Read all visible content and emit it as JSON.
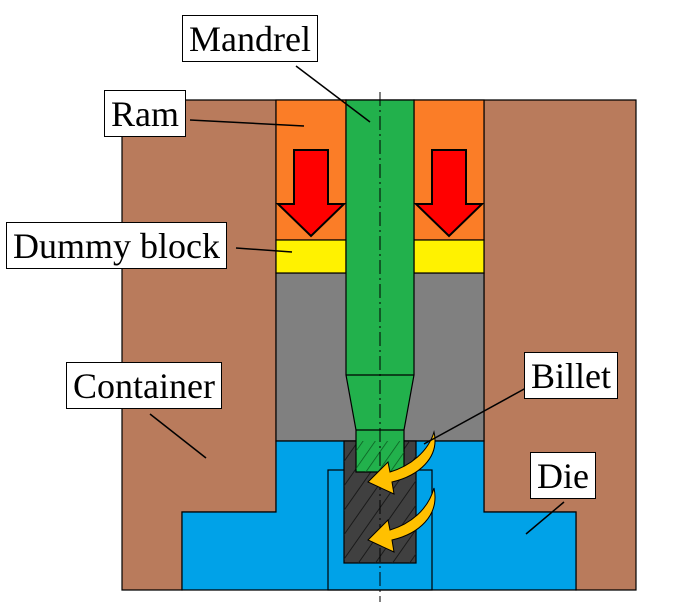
{
  "labels": {
    "mandrel": "Mandrel",
    "ram": "Ram",
    "dummy_block": "Dummy block",
    "container": "Container",
    "billet": "Billet",
    "die": "Die"
  },
  "colors": {
    "container": "#b97b5c",
    "ram": "#fb7d27",
    "mandrel": "#22b14c",
    "dummy_block": "#fff200",
    "billet": "#808080",
    "die": "#00a2e8",
    "push_arrow": "#ff0000",
    "flow_arrow": "#ffc000",
    "product": "#404040"
  },
  "icons": {
    "push_arrows": "red-down-arrow",
    "flow_arrows": "curved-yellow-arrow"
  }
}
